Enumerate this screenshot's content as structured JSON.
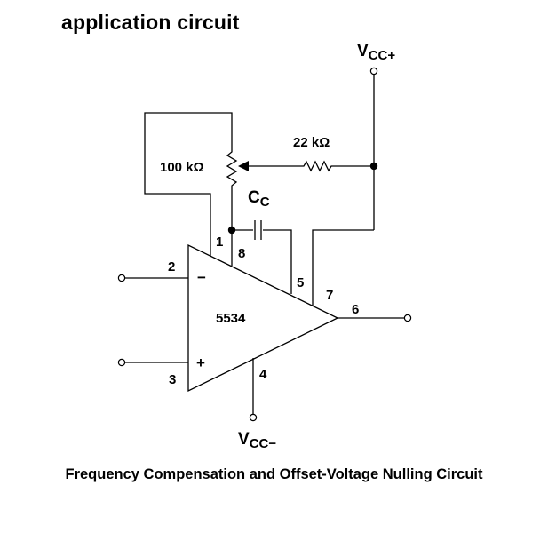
{
  "page_title": "application circuit",
  "caption": "Frequency Compensation and Offset-Voltage Nulling Circuit",
  "opamp": {
    "label": "5534",
    "inverting_sign": "−",
    "noninverting_sign": "+"
  },
  "pins": {
    "p1": "1",
    "p2": "2",
    "p3": "3",
    "p4": "4",
    "p5": "5",
    "p6": "6",
    "p7": "7",
    "p8": "8"
  },
  "components": {
    "pot": "100 kΩ",
    "resistor": "22 kΩ",
    "cap_main": "C",
    "cap_sub": "C"
  },
  "supplies": {
    "vcc_plus": {
      "main": "V",
      "sub": "CC+"
    },
    "vcc_minus": {
      "main": "V",
      "sub": "CC−"
    }
  }
}
